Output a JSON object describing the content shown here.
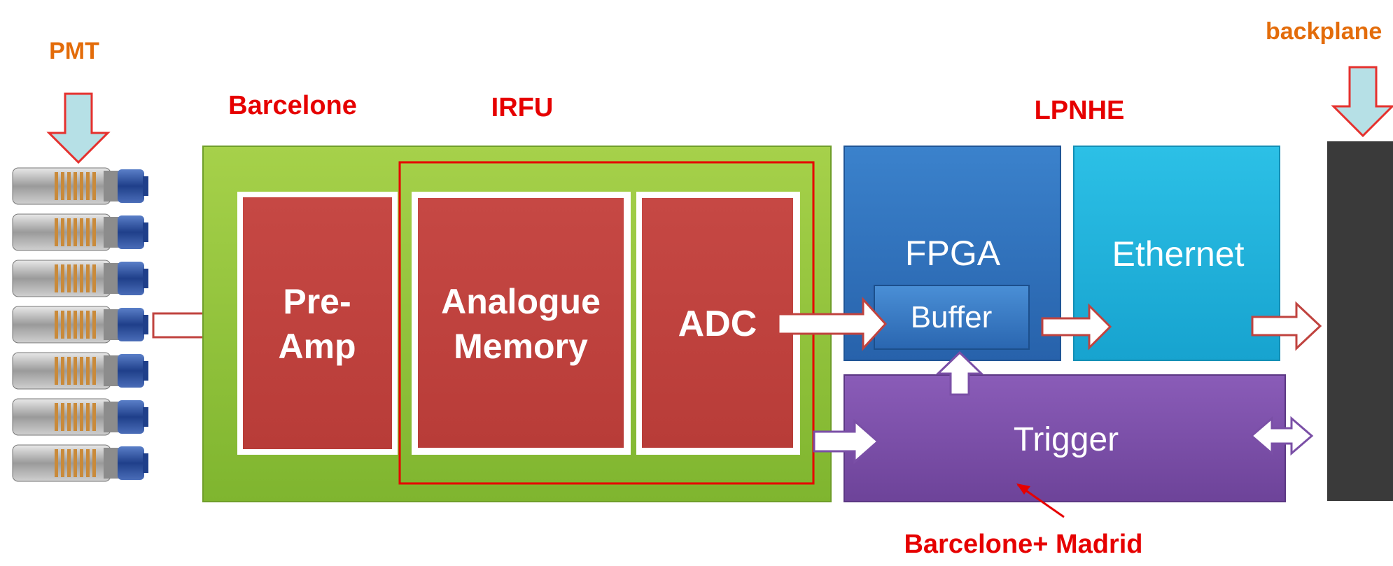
{
  "colors": {
    "label_orange": "#E36C0A",
    "label_red": "#E60000",
    "green_block": "#8DC33C",
    "red_block": "#C0433F",
    "fpga_blue": "#2F74C0",
    "ethernet_cyan": "#1FB3DC",
    "trigger_purple": "#7A4FA6",
    "backplane_dark": "#3A3A3A",
    "down_arrow_fill": "#B6E0E6",
    "down_arrow_stroke": "#E5312E"
  },
  "labels": {
    "pmt": "PMT",
    "backplane": "backplane",
    "barcelone": "Barcelone",
    "irfu": "IRFU",
    "lpnhe": "LPNHE",
    "barcelone_madrid": "Barcelone+ Madrid"
  },
  "blocks": {
    "preamp_line1": "Pre-",
    "preamp_line2": "Amp",
    "analogue_line1": "Analogue",
    "analogue_line2": "Memory",
    "adc": "ADC",
    "fpga": "FPGA",
    "buffer": "Buffer",
    "ethernet": "Ethernet",
    "trigger": "Trigger"
  },
  "pmt_icons": {
    "count": 7,
    "icon": "pmt-tube-icon"
  }
}
